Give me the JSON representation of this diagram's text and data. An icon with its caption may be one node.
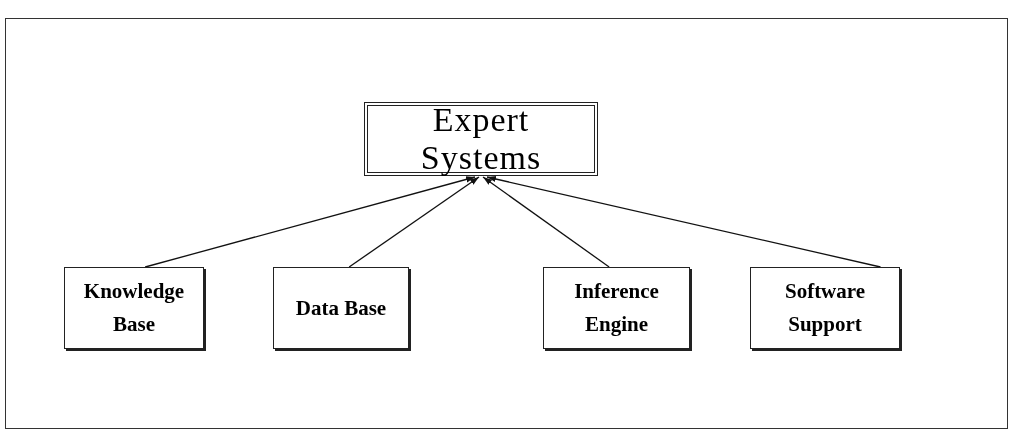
{
  "diagram": {
    "nodes": [
      {
        "text": [
          "Expert Systems"
        ]
      },
      {
        "text": [
          "Knowledge Base"
        ]
      },
      {
        "text": [
          "Data Base"
        ]
      },
      {
        "text": [
          "Inference Engine"
        ]
      },
      {
        "text": [
          "Software Support"
        ]
      }
    ],
    "edges": [
      {
        "from": 1,
        "to": 0,
        "arrow": "to"
      },
      {
        "from": 2,
        "to": 0,
        "arrow": "to"
      },
      {
        "from": 3,
        "to": 0,
        "arrow": "to"
      },
      {
        "from": 4,
        "to": 0,
        "arrow": "to"
      }
    ]
  }
}
